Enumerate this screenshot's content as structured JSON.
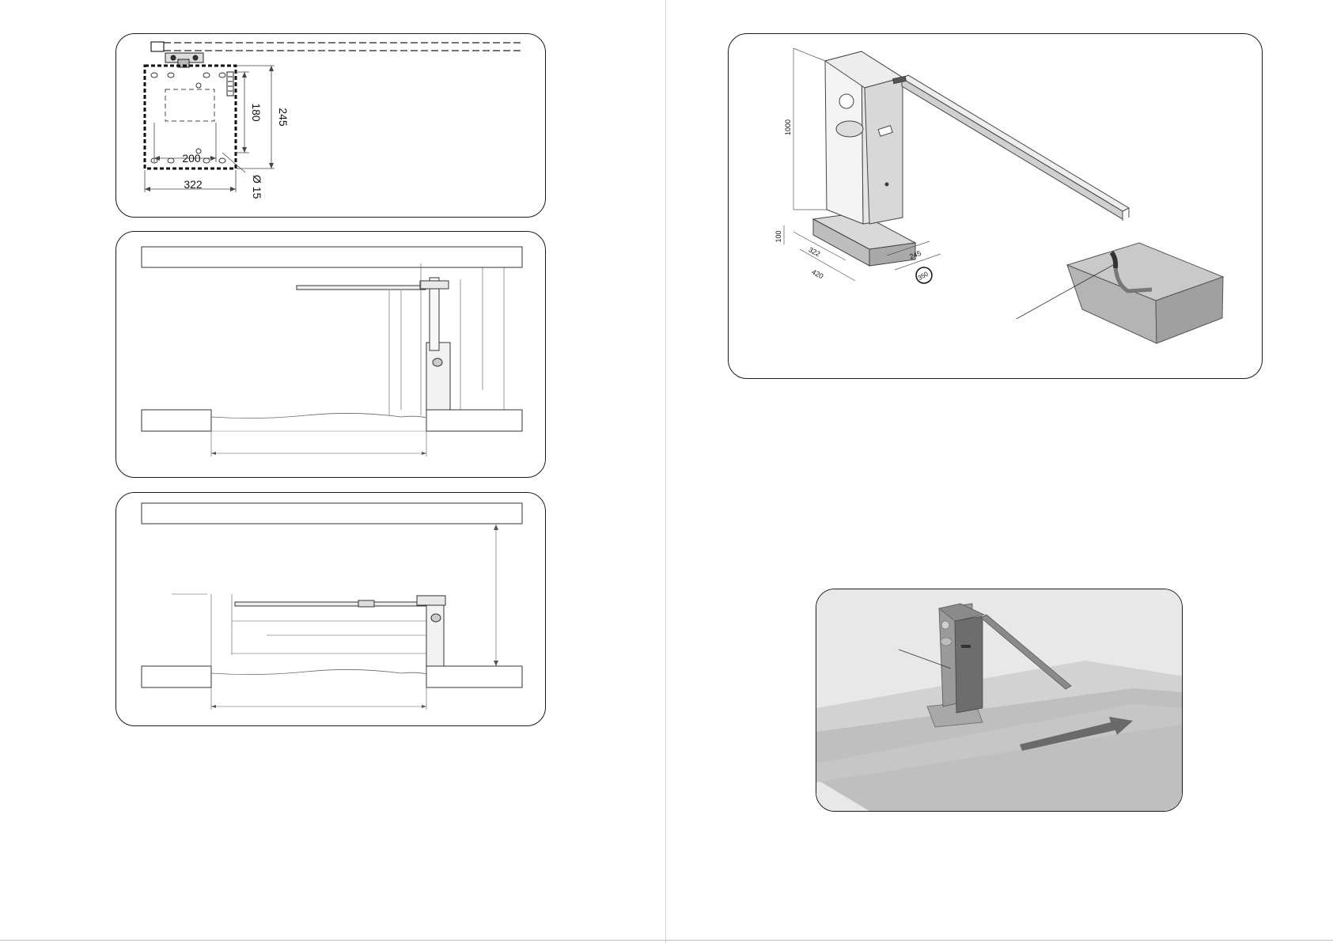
{
  "left_page": {
    "top_view": {
      "dim_height_inner": "180",
      "dim_height_outer": "245",
      "dim_width_inner": "200",
      "dim_width_outer": "322",
      "dim_hole": "Ø 15"
    },
    "side_view_closed": {},
    "side_view_open": {}
  },
  "right_page": {
    "iso_view": {
      "dim_height": "1000",
      "dim_base_height": "100",
      "dim_width": "322",
      "dim_base_width": "420",
      "dim_depth": "245",
      "dim_base_depth": "350"
    },
    "install_view": {}
  }
}
